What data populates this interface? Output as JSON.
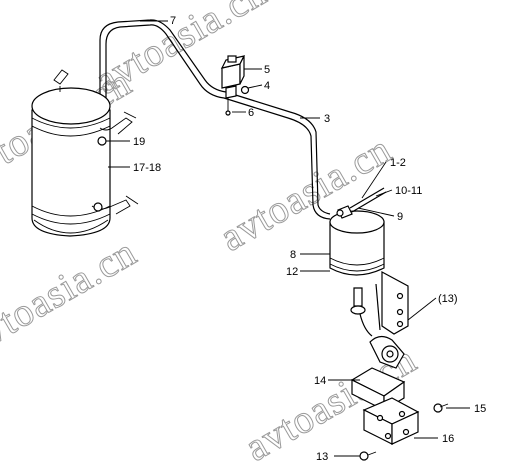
{
  "diagram": {
    "callouts": [
      {
        "id": "c7",
        "text": "7"
      },
      {
        "id": "c5",
        "text": "5"
      },
      {
        "id": "c4",
        "text": "4"
      },
      {
        "id": "c6",
        "text": "6"
      },
      {
        "id": "c3",
        "text": "3"
      },
      {
        "id": "c19",
        "text": "19"
      },
      {
        "id": "c1718",
        "text": "17-18"
      },
      {
        "id": "c12",
        "text": "1-2"
      },
      {
        "id": "c1011",
        "text": "10-11"
      },
      {
        "id": "c9",
        "text": "9"
      },
      {
        "id": "c8",
        "text": "8"
      },
      {
        "id": "c12b",
        "text": "12"
      },
      {
        "id": "c13p",
        "text": "(13)"
      },
      {
        "id": "c14",
        "text": "14"
      },
      {
        "id": "c15",
        "text": "15"
      },
      {
        "id": "c16",
        "text": "16"
      },
      {
        "id": "c13",
        "text": "13"
      }
    ],
    "watermark": "avtoasia.cn"
  }
}
